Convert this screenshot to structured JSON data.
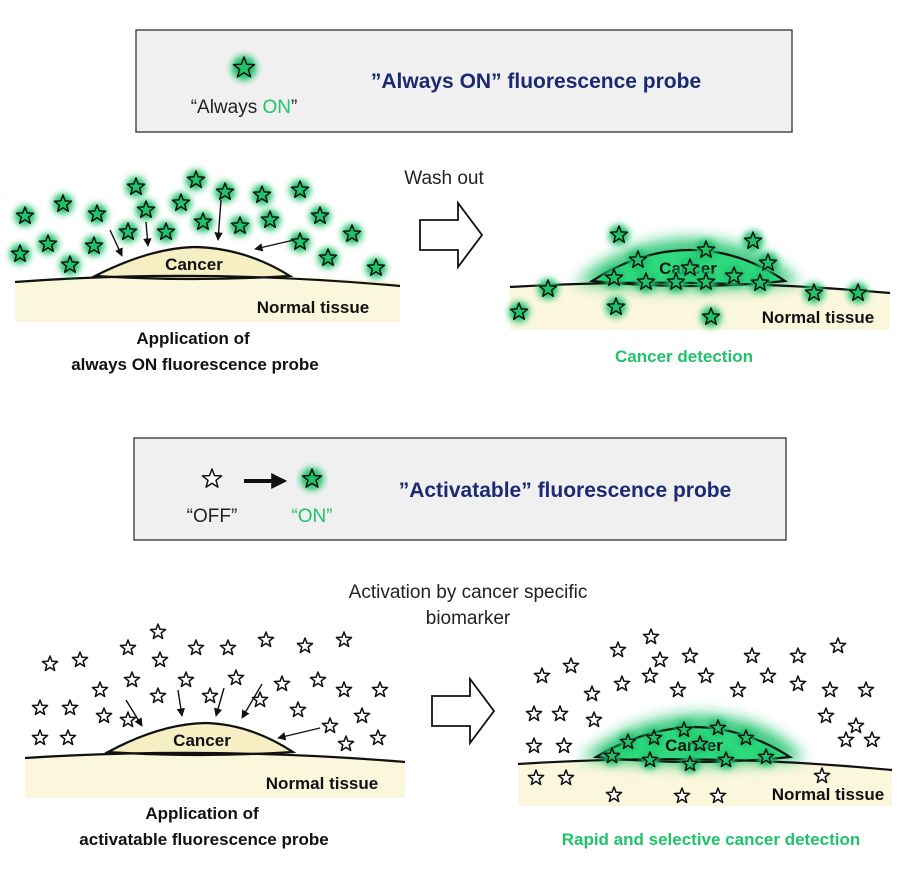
{
  "panel_top": {
    "legend_title": "”Always ON” fluorescence probe",
    "legend_star_label_prefix": "“Always ",
    "legend_star_label_on": "ON",
    "legend_star_label_suffix": "”",
    "step_label": "Wash out",
    "left_cancer_label": "Cancer",
    "left_tissue_label": "Normal tissue",
    "left_caption_line1": "Application of",
    "left_caption_line2": "always ON fluorescence probe",
    "right_cancer_label": "Cancer",
    "right_tissue_label": "Normal tissue",
    "right_caption": "Cancer detection"
  },
  "panel_bottom": {
    "legend_title": "”Activatable” fluorescence probe",
    "legend_off_label": "“OFF”",
    "legend_on_label": "“ON”",
    "step_label_line1": "Activation by cancer specific",
    "step_label_line2": "biomarker",
    "left_cancer_label": "Cancer",
    "left_tissue_label": "Normal tissue",
    "left_caption_line1": "Application of",
    "left_caption_line2": "activatable fluorescence probe",
    "right_cancer_label": "Cancer",
    "right_tissue_label": "Normal tissue",
    "right_caption": "Rapid and selective cancer detection"
  },
  "colors": {
    "glow_green": "#1fc36a",
    "title_navy": "#1b2a72",
    "tissue_cream": "#fbf7dc",
    "cancer_cream": "#f6efc4"
  }
}
